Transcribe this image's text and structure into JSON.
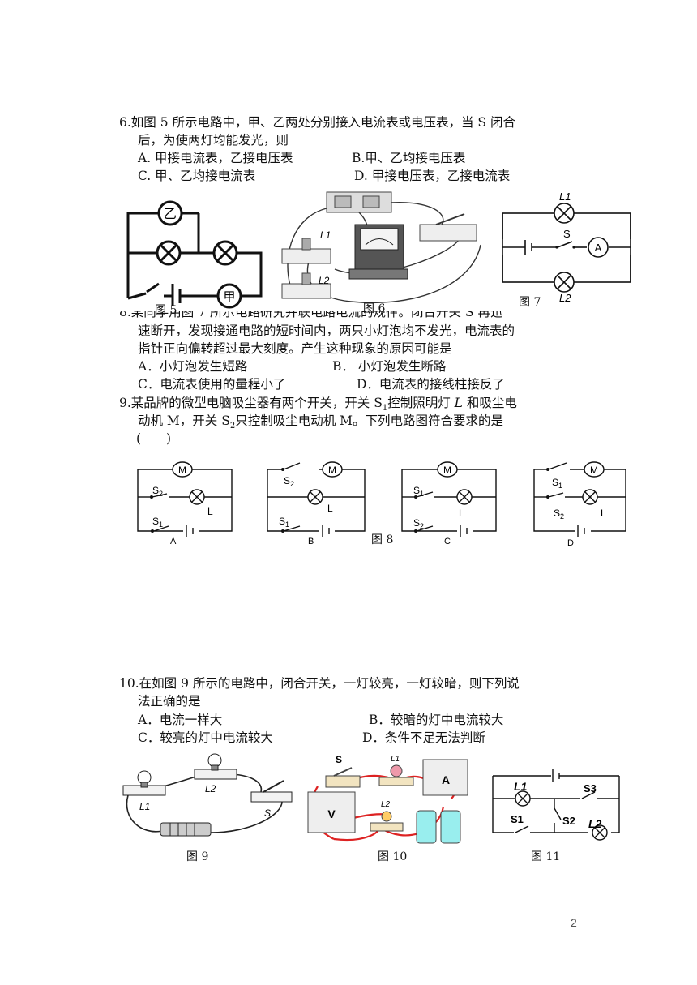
{
  "q6": {
    "line1": "6.如图 5 所示电路中，甲、乙两处分别接入电流表或电压表，当 S 闭合",
    "line2": "后，为使两灯均能发光，则",
    "opt_a": "A. 甲接电流表，乙接电压表",
    "opt_b": "B.甲、乙均接电压表",
    "opt_c": "C. 甲、乙均接电流表",
    "opt_d": "D. 甲接电压表，乙接电流表"
  },
  "figs": {
    "f5": "图 5",
    "f6": "图 6",
    "f7": "图 7",
    "f8": "图 8",
    "f9": "图 9",
    "f10": "图 10",
    "f11": "图 11"
  },
  "labels": {
    "yi": "乙",
    "jia": "甲",
    "L1": "L1",
    "L2": "L2",
    "S": "S",
    "A": "A",
    "V": "V",
    "M": "M",
    "L": "L",
    "S1": "S1",
    "S2": "S2",
    "S3": "S3",
    "ca": "A",
    "cb": "B",
    "cc": "C",
    "cd": "D"
  },
  "q8": {
    "line1_partial": "8.某同学用图 7 所示电路研究并联电路电流的规律。闭合开关 S 再迅",
    "line2": "速断开，发现接通电路的短时间内，两只小灯泡均不发光，电流表的",
    "line3": "指针正向偏转超过最大刻度。产生这种现象的原因可能是",
    "opt_a": "A．小灯泡发生短路",
    "opt_b": "B． 小灯泡发生断路",
    "opt_c": "C．电流表使用的量程小了",
    "opt_d": "D．电流表的接线柱接反了"
  },
  "q9": {
    "line1_a": "9.某品牌的微型电脑吸尘器有两个开关，开关 S",
    "line1_b": "1",
    "line1_c": "控制照明灯 ",
    "line1_d": "L",
    "line1_e": " 和吸尘电",
    "line2_a": "动机 M，开关 S",
    "line2_b": "2",
    "line2_c": "只控制吸尘电动机 M。下列电路图符合要求的是",
    "line3": "(　　)"
  },
  "q10": {
    "line1": "10.在如图 9 所示的电路中，闭合开关，一灯较亮，一灯较暗，则下列说",
    "line2": "法正确的是",
    "opt_a": "A．电流一样大",
    "opt_b": "B．较暗的灯中电流较大",
    "opt_c": "C．较亮的灯中电流较大",
    "opt_d": "D．条件不足无法判断"
  },
  "page_number": "2"
}
